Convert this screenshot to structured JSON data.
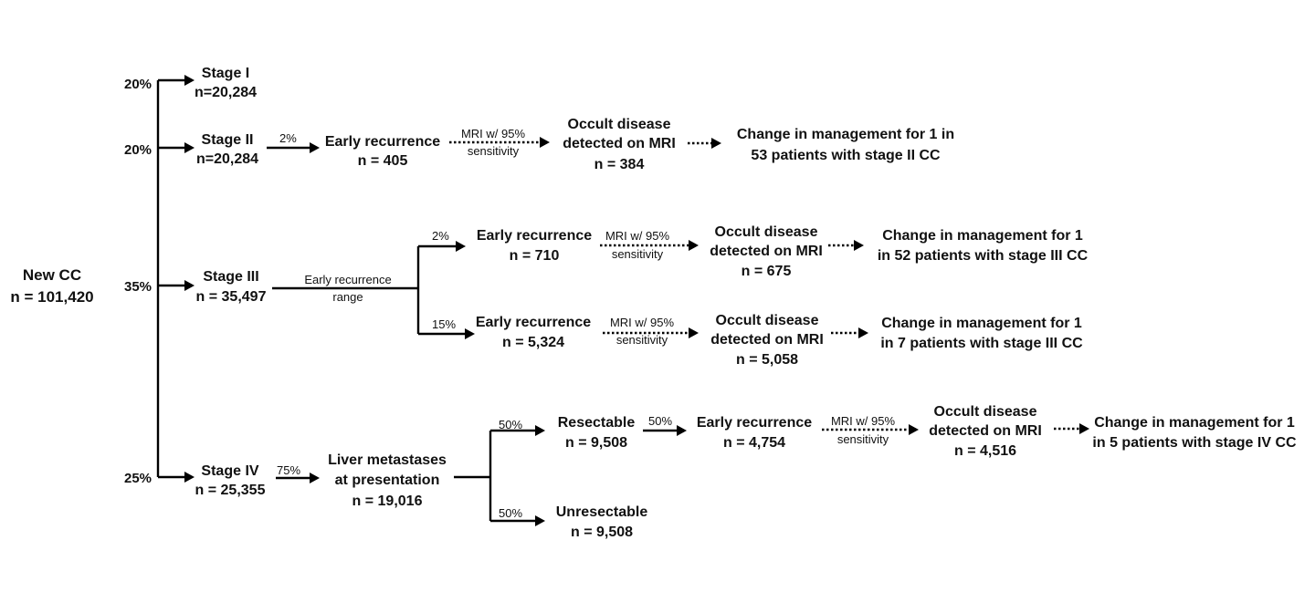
{
  "root": {
    "title": "New CC",
    "n": "n = 101,420"
  },
  "shares": {
    "s1": "20%",
    "s2": "20%",
    "s3": "35%",
    "s4": "25%"
  },
  "stage1": {
    "title": "Stage I",
    "n": "n=20,284"
  },
  "stage2": {
    "title": "Stage II",
    "n": "n=20,284",
    "pct": "2%",
    "er": {
      "title": "Early recurrence",
      "n": "n = 405"
    },
    "mri": {
      "line1": "MRI w/ 95%",
      "line2": "sensitivity"
    },
    "occult": {
      "line1": "Occult disease",
      "line2": "detected on MRI",
      "n": "n = 384"
    },
    "change": {
      "line1": "Change in management for 1 in",
      "line2": "53 patients with stage II CC"
    }
  },
  "stage3": {
    "title": "Stage III",
    "n": "n = 35,497",
    "range": {
      "line1": "Early recurrence",
      "line2": "range"
    },
    "low": {
      "pct": "2%",
      "er": {
        "title": "Early recurrence",
        "n": "n = 710"
      },
      "mri": {
        "line1": "MRI w/ 95%",
        "line2": "sensitivity"
      },
      "occult": {
        "line1": "Occult disease",
        "line2": "detected on MRI",
        "n": "n = 675"
      },
      "change": {
        "line1": "Change in management for 1",
        "line2": "in 52 patients with stage III CC"
      }
    },
    "high": {
      "pct": "15%",
      "er": {
        "title": "Early recurrence",
        "n": "n = 5,324"
      },
      "mri": {
        "line1": "MRI w/ 95%",
        "line2": "sensitivity"
      },
      "occult": {
        "line1": "Occult disease",
        "line2": "detected on MRI",
        "n": "n = 5,058"
      },
      "change": {
        "line1": "Change in management for 1",
        "line2": "in 7 patients with stage III CC"
      }
    }
  },
  "stage4": {
    "title": "Stage IV",
    "n": "n = 25,355",
    "pct": "75%",
    "liver": {
      "line1": "Liver metastases",
      "line2": "at presentation",
      "n": "n = 19,016"
    },
    "resect": {
      "pct": "50%",
      "title": "Resectable",
      "n": "n = 9,508"
    },
    "unresect": {
      "pct": "50%",
      "title": "Unresectable",
      "n": "n = 9,508"
    },
    "er_pct": "50%",
    "er": {
      "title": "Early recurrence",
      "n": "n = 4,754"
    },
    "mri": {
      "line1": "MRI w/ 95%",
      "line2": "sensitivity"
    },
    "occult": {
      "line1": "Occult disease",
      "line2": "detected on MRI",
      "n": "n = 4,516"
    },
    "change": {
      "line1": "Change in management for 1",
      "line2": "in 5 patients with stage IV CC"
    }
  }
}
